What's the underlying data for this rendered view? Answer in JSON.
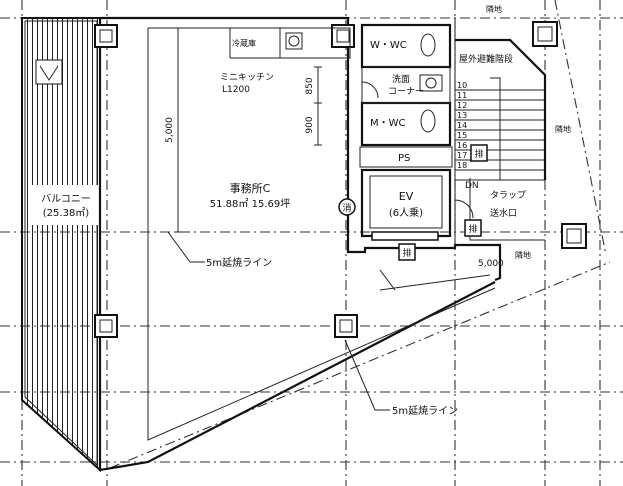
{
  "rooms": {
    "office_name": "事務所C",
    "office_area": "51.88㎡ 15.69坪",
    "balcony_name": "バルコニー",
    "balcony_area": "(25.38㎡)",
    "wc_women": "W・WC",
    "wc_men": "M・WC",
    "ps": "PS",
    "ev_name": "EV",
    "ev_capacity": "(6人乗)",
    "fridge": "冷蔵庫",
    "mini_kitchen": "ミニキッチン",
    "mini_kitchen_size": "L1200",
    "washbasin": "洗面",
    "washbasin_sub": "コーナー",
    "stairs_label": "屋外避難階段",
    "terrap": "タラップ",
    "water_inlet": "送水口",
    "dn": "DN"
  },
  "dimensions": {
    "office_depth": "5,000",
    "wc_depth_1": "850",
    "wc_depth_2": "900",
    "stair_offset": "5,000"
  },
  "annotations": {
    "fire_line_1": "5m延焼ライン",
    "fire_line_2": "5m延焼ライン",
    "boundary_1": "隣地",
    "boundary_2": "隣地",
    "boundary_3": "隣地",
    "extinguisher": "消",
    "fire_hydrant_1": "排",
    "fire_hydrant_2": "排",
    "fire_hydrant_3": "排"
  },
  "stair_steps": [
    "10",
    "11",
    "12",
    "13",
    "14",
    "15",
    "16",
    "17",
    "18"
  ],
  "colors": {
    "line": "#111111",
    "background": "#ffffff"
  }
}
